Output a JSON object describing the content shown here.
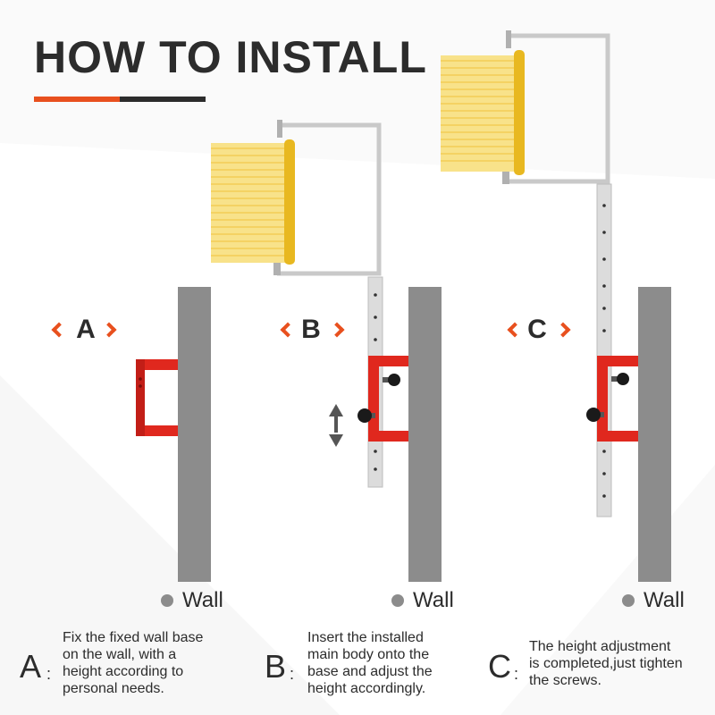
{
  "title": "HOW TO INSTALL",
  "colors": {
    "accent": "#e8501e",
    "text": "#2c2c2c",
    "wall": "#8c8c8c",
    "bracket": "#e0281e",
    "feather": "#f5d560",
    "metal": "#d8d8d8"
  },
  "steps": [
    {
      "label": "A",
      "wall_label": "Wall",
      "letter": "A",
      "colon": ":",
      "description": "Fix the fixed wall base\non the wall, with a\nheight according to\npersonal needs."
    },
    {
      "label": "B",
      "wall_label": "Wall",
      "letter": "B",
      "colon": ":",
      "description": "Insert the installed\nmain body onto the\nbase and adjust the\nheight accordingly."
    },
    {
      "label": "C",
      "wall_label": "Wall",
      "letter": "C",
      "colon": ":",
      "description": "The height adjustment\nis completed,just tighten\nthe screws."
    }
  ],
  "icons": {
    "step_nav": "chevron-icon",
    "height_adjust": "up-down-arrow-icon",
    "knob": "knob-icon",
    "wall_dot": "dot-icon"
  }
}
